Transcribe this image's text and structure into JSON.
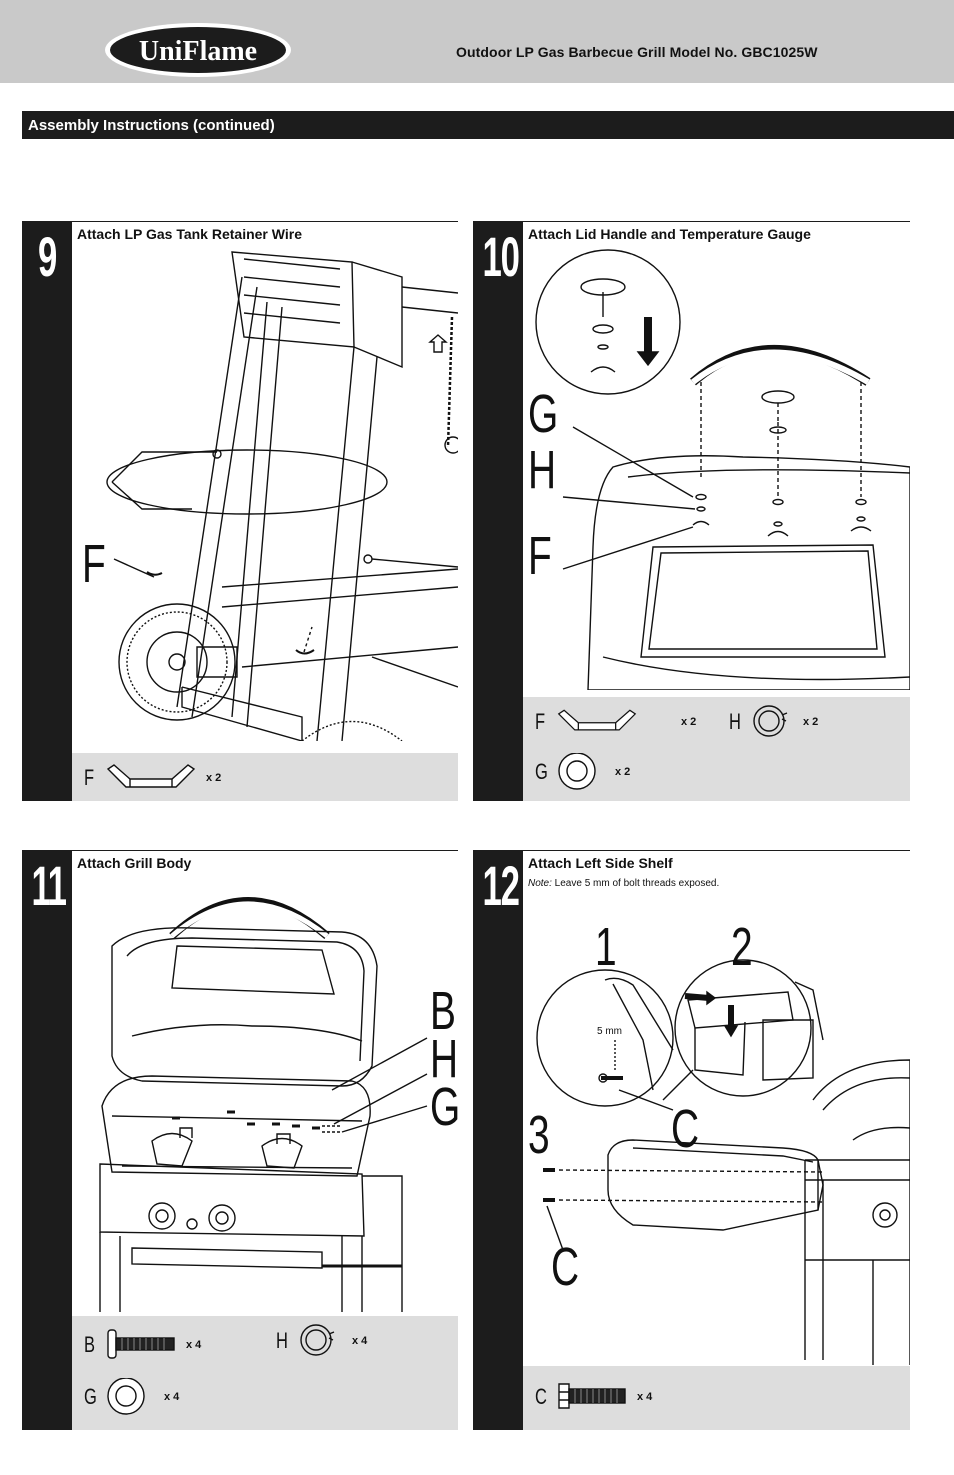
{
  "header": {
    "brand": "UniFlame",
    "model_title": "Outdoor LP Gas Barbecue Grill  Model No. GBC1025W"
  },
  "section": {
    "title": "Assembly Instructions (continued)"
  },
  "steps": [
    {
      "number": "9",
      "title": "Attach LP Gas Tank Retainer Wire",
      "callouts": [
        "F"
      ],
      "parts": [
        {
          "letter": "F",
          "qty": "x 2",
          "icon": "bracket-icon"
        }
      ]
    },
    {
      "number": "10",
      "title": "Attach Lid Handle and Temperature Gauge",
      "callouts": [
        "G",
        "H",
        "F"
      ],
      "parts": [
        {
          "letter": "F",
          "qty": "x 2",
          "icon": "bracket-icon"
        },
        {
          "letter": "H",
          "qty": "x 2",
          "icon": "lock-washer-icon"
        },
        {
          "letter": "G",
          "qty": "x 2",
          "icon": "flat-washer-icon"
        }
      ]
    },
    {
      "number": "11",
      "title": "Attach Grill Body",
      "callouts": [
        "B",
        "H",
        "G"
      ],
      "parts": [
        {
          "letter": "B",
          "qty": "x 4",
          "icon": "bolt-icon"
        },
        {
          "letter": "H",
          "qty": "x 4",
          "icon": "lock-washer-icon"
        },
        {
          "letter": "G",
          "qty": "x 4",
          "icon": "flat-washer-icon"
        }
      ]
    },
    {
      "number": "12",
      "title": "Attach Left Side Shelf",
      "note_label": "Note:",
      "note_text": " Leave 5 mm of bolt threads exposed.",
      "callouts": [
        "1",
        "2",
        "3",
        "C",
        "C"
      ],
      "detail_label": "5 mm",
      "parts": [
        {
          "letter": "C",
          "qty": "x 4",
          "icon": "hex-bolt-icon"
        }
      ]
    }
  ]
}
